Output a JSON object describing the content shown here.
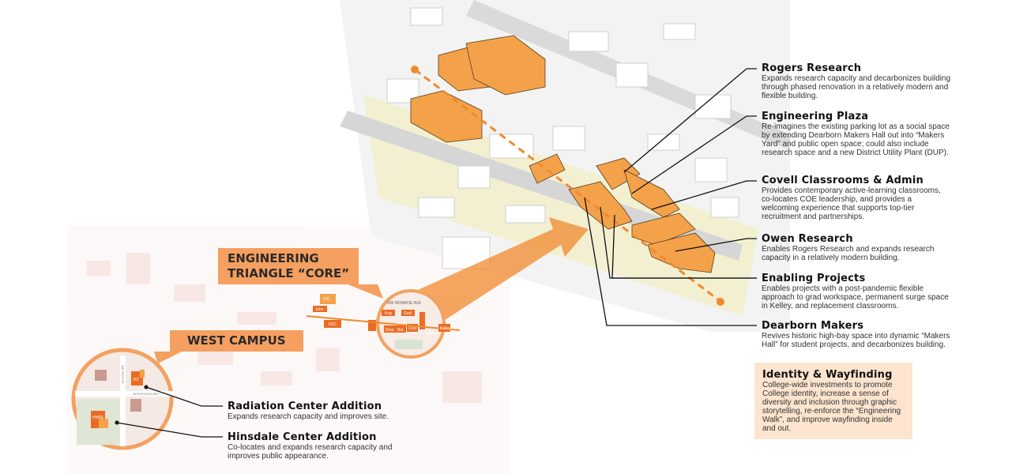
{
  "callouts": {
    "core": [
      "ENGINEERING",
      "TRIANGLE “CORE”"
    ],
    "west": "WEST CAMPUS"
  },
  "map_labels": {
    "street_core": "NW MONROE AVE",
    "street_west_1": "SW 35TH ST",
    "street_west_2": "JEFFERSON WAY",
    "buildings": [
      "CIC",
      "Johs",
      "KEC",
      "Kng",
      "Graf",
      "Dear",
      "Bat",
      "Covl",
      "Owen",
      "Kelley",
      "RC",
      "HWRL"
    ]
  },
  "projects": [
    {
      "title": "Rogers Research",
      "desc": "Expands research capacity and decarbonizes building through phased renovation in a relatively modern and flexible building."
    },
    {
      "title": "Engineering Plaza",
      "desc": "Re-imagines the existing parking lot as a social space by extending Dearborn Makers Hall out into “Makers Yard” and public open space; could also include research space and a new District Utility Plant (DUP)."
    },
    {
      "title": "Covell Classrooms & Admin",
      "desc": "Provides contemporary active-learning classrooms, co-locates COE leadership, and provides a welcoming experience that supports top-tier recruitment and partnerships."
    },
    {
      "title": "Owen Research",
      "desc": "Enables Rogers Research and expands research capacity in a relatively modern building."
    },
    {
      "title": "Enabling Projects",
      "desc": "Enables projects with a post-pandemic flexible approach to grad workspace, permanent surge space in Kelley, and replacement classrooms."
    },
    {
      "title": "Dearborn Makers",
      "desc": "Revives historic high-bay space into dynamic “Makers Hall” for student projects, and decarbonizes building."
    }
  ],
  "identity": {
    "title": "Identity & Wayfinding",
    "desc": "College-wide investments to promote College identity, increase a sense of diversity and inclusion through graphic storytelling, re-enforce the “Engineering Walk”, and improve wayfinding inside and out."
  },
  "west_projects": [
    {
      "title": "Radiation Center Addition",
      "desc": "Expands research capacity and improves site."
    },
    {
      "title": "Hinsdale Center Addition",
      "desc": "Co-locates and expands research capacity and improves public appearance."
    }
  ],
  "colors": {
    "accent": "#F08A2E",
    "callout": "#F5A060",
    "highlight_box": "#FCE4CF",
    "proposed_building": "#F3A24A"
  }
}
